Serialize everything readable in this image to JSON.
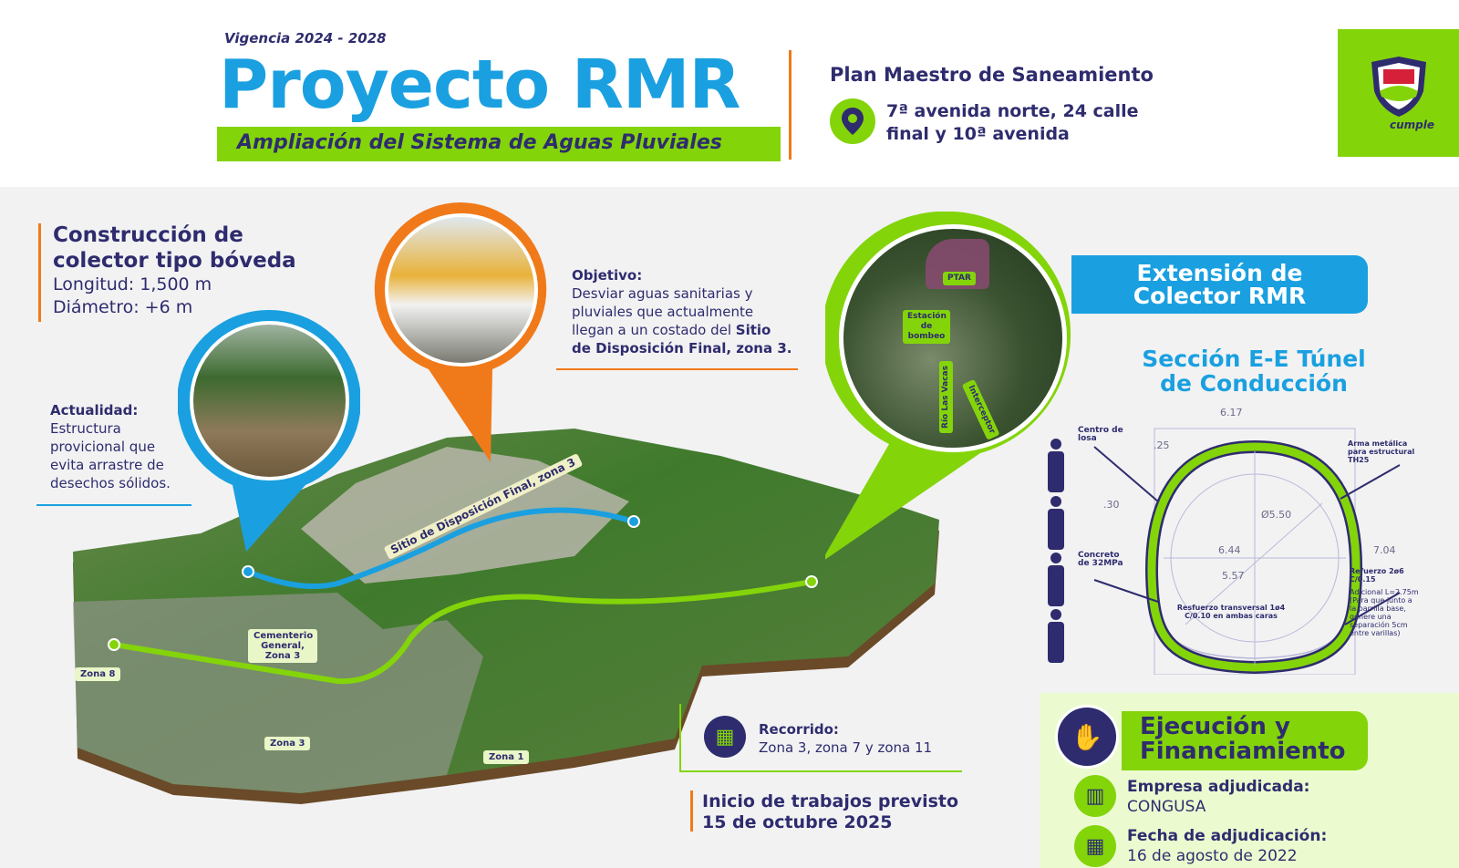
{
  "header": {
    "vigencia": "Vigencia 2024 - 2028",
    "title": "Proyecto RMR",
    "subtitle": "Ampliación del Sistema de Aguas Pluviales",
    "plan": "Plan Maestro de Saneamiento",
    "address_line1": "7ª avenida norte, 24 calle",
    "address_line2": "final y 10ª avenida",
    "logo_text": "cumple"
  },
  "construccion": {
    "title_line1": "Construcción de",
    "title_line2": "colector tipo bóveda",
    "longitud": "Longitud: 1,500 m",
    "diametro": "Diámetro: +6 m"
  },
  "actualidad": {
    "label": "Actualidad:",
    "lines": [
      "Estructura",
      "provicional que",
      "evita arrastre de",
      "desechos sólidos."
    ]
  },
  "objetivo": {
    "label": "Objetivo:",
    "lines": [
      "Desviar aguas sanitarias y",
      "pluviales que actualmente",
      "llegan a un costado del"
    ],
    "bold1": "Sitio",
    "bold2": "de Disposición Final, zona 3."
  },
  "inset_map": {
    "ptar": "PTAR",
    "estacion": "Estación de bombeo",
    "rio": "Río Las Vacas",
    "interceptor": "Interceptor"
  },
  "map": {
    "sitio": "Sitio de Disposición Final, zona 3",
    "cementerio": "Cementerio General, Zona 3",
    "zona8": "Zona 8",
    "zona3": "Zona 3",
    "zona1": "Zona 1"
  },
  "recorrido": {
    "label": "Recorrido:",
    "value": "Zona 3, zona 7 y zona 11"
  },
  "inicio": {
    "line1": "Inicio de trabajos previsto",
    "line2": "15 de octubre 2025"
  },
  "extension": {
    "line1": "Extensión de",
    "line2": "Colector RMR"
  },
  "seccion": {
    "line1": "Sección E-E Túnel",
    "line2": "de Conducción",
    "dims": {
      "top": "6.17",
      "d25": ".25",
      "d30": ".30",
      "diam": "Ø5.50",
      "d644": "6.44",
      "d557": "5.57",
      "d704": "7.04"
    },
    "labels": {
      "centro": "Centro de losa",
      "arma": "Arma metálica para estructural TH25",
      "concreto": "Concreto de 32MPa",
      "refuerzo": "Refuerzo 2ø6 C/0.15",
      "adicional": "Adicional L=2.75m (Para que junto a la parrilla base, genere una separación 5cm entre varillas)",
      "transversal": "Resfuerzo transversal 1ø4 C/0.10 en ambas caras"
    }
  },
  "financiamiento": {
    "line1": "Ejecución y",
    "line2": "Financiamiento",
    "empresa_label": "Empresa adjudicada:",
    "empresa": "CONGUSA",
    "fecha_label": "Fecha de adjudicación:",
    "fecha": "16 de agosto de 2022"
  },
  "colors": {
    "green": "#84d40a",
    "blue": "#1aa0e0",
    "orange": "#f07a1a",
    "navy": "#2e2c6e"
  }
}
